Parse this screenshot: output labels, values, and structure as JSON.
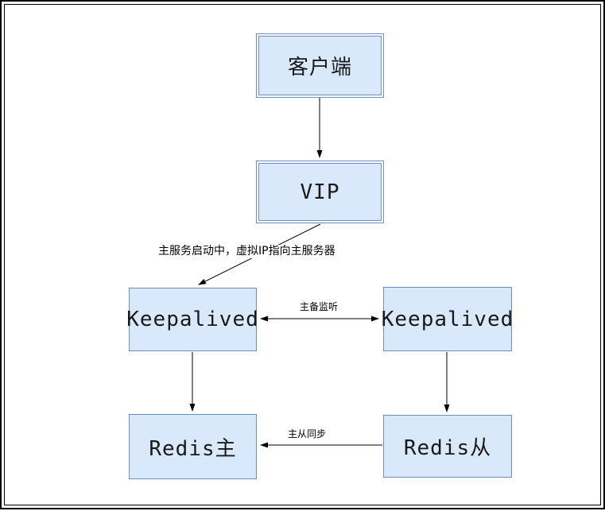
{
  "diagram": {
    "colors": {
      "node_fill": "#dae8fc",
      "node_border": "#6c8ebf",
      "arrow": "#000000",
      "frame": "#000000"
    },
    "nodes": {
      "client": {
        "label": "客户端"
      },
      "vip": {
        "label": "VIP"
      },
      "keepalived_master": {
        "label": "Keepalived"
      },
      "keepalived_backup": {
        "label": "Keepalived"
      },
      "redis_master": {
        "label": "Redis主"
      },
      "redis_slave": {
        "label": "Redis从"
      }
    },
    "edges": {
      "failover_label": "主服务启动中，虚拟IP指向主服务器",
      "ha_link_label": "主备监听",
      "sync_label": "主从同步"
    }
  }
}
